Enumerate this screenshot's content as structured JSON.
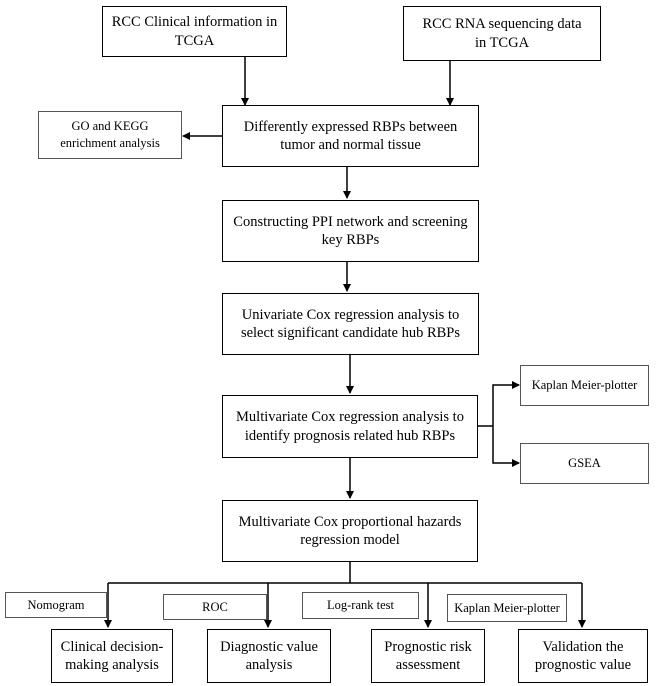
{
  "diagram": {
    "nodes": {
      "clinical": "RCC Clinical information in\nTCGA",
      "rnaseq": "RCC RNA sequencing data\nin TCGA",
      "go_kegg": "GO and KEGG\nenrichment analysis",
      "deg": "Differently expressed RBPs between\ntumor and normal tissue",
      "ppi": "Constructing PPI network and screening\nkey RBPs",
      "univariate": "Univariate Cox regression analysis to\nselect significant candidate hub RBPs",
      "multivariate": "Multivariate Cox regression analysis to\nidentify prognosis related hub RBPs",
      "kmplot_right": "Kaplan Meier-plotter",
      "gsea": "GSEA",
      "model": "Multivariate Cox proportional hazards\nregression model",
      "nomogram": "Nomogram",
      "roc": "ROC",
      "logrank": "Log-rank test",
      "kmplot_bottom": "Kaplan Meier-plotter",
      "clinical_decision": "Clinical decision-\nmaking analysis",
      "diagnostic": "Diagnostic value\nanalysis",
      "prognostic_risk": "Prognostic risk\nassessment",
      "validation": "Validation the\nprognostic value"
    },
    "edges": [
      [
        "clinical",
        "deg"
      ],
      [
        "rnaseq",
        "deg"
      ],
      [
        "deg",
        "go_kegg"
      ],
      [
        "deg",
        "ppi"
      ],
      [
        "ppi",
        "univariate"
      ],
      [
        "univariate",
        "multivariate"
      ],
      [
        "multivariate",
        "kmplot_right"
      ],
      [
        "multivariate",
        "gsea"
      ],
      [
        "multivariate",
        "model"
      ],
      [
        "model",
        "clinical_decision"
      ],
      [
        "model",
        "diagnostic"
      ],
      [
        "model",
        "prognostic_risk"
      ],
      [
        "model",
        "validation"
      ]
    ]
  }
}
